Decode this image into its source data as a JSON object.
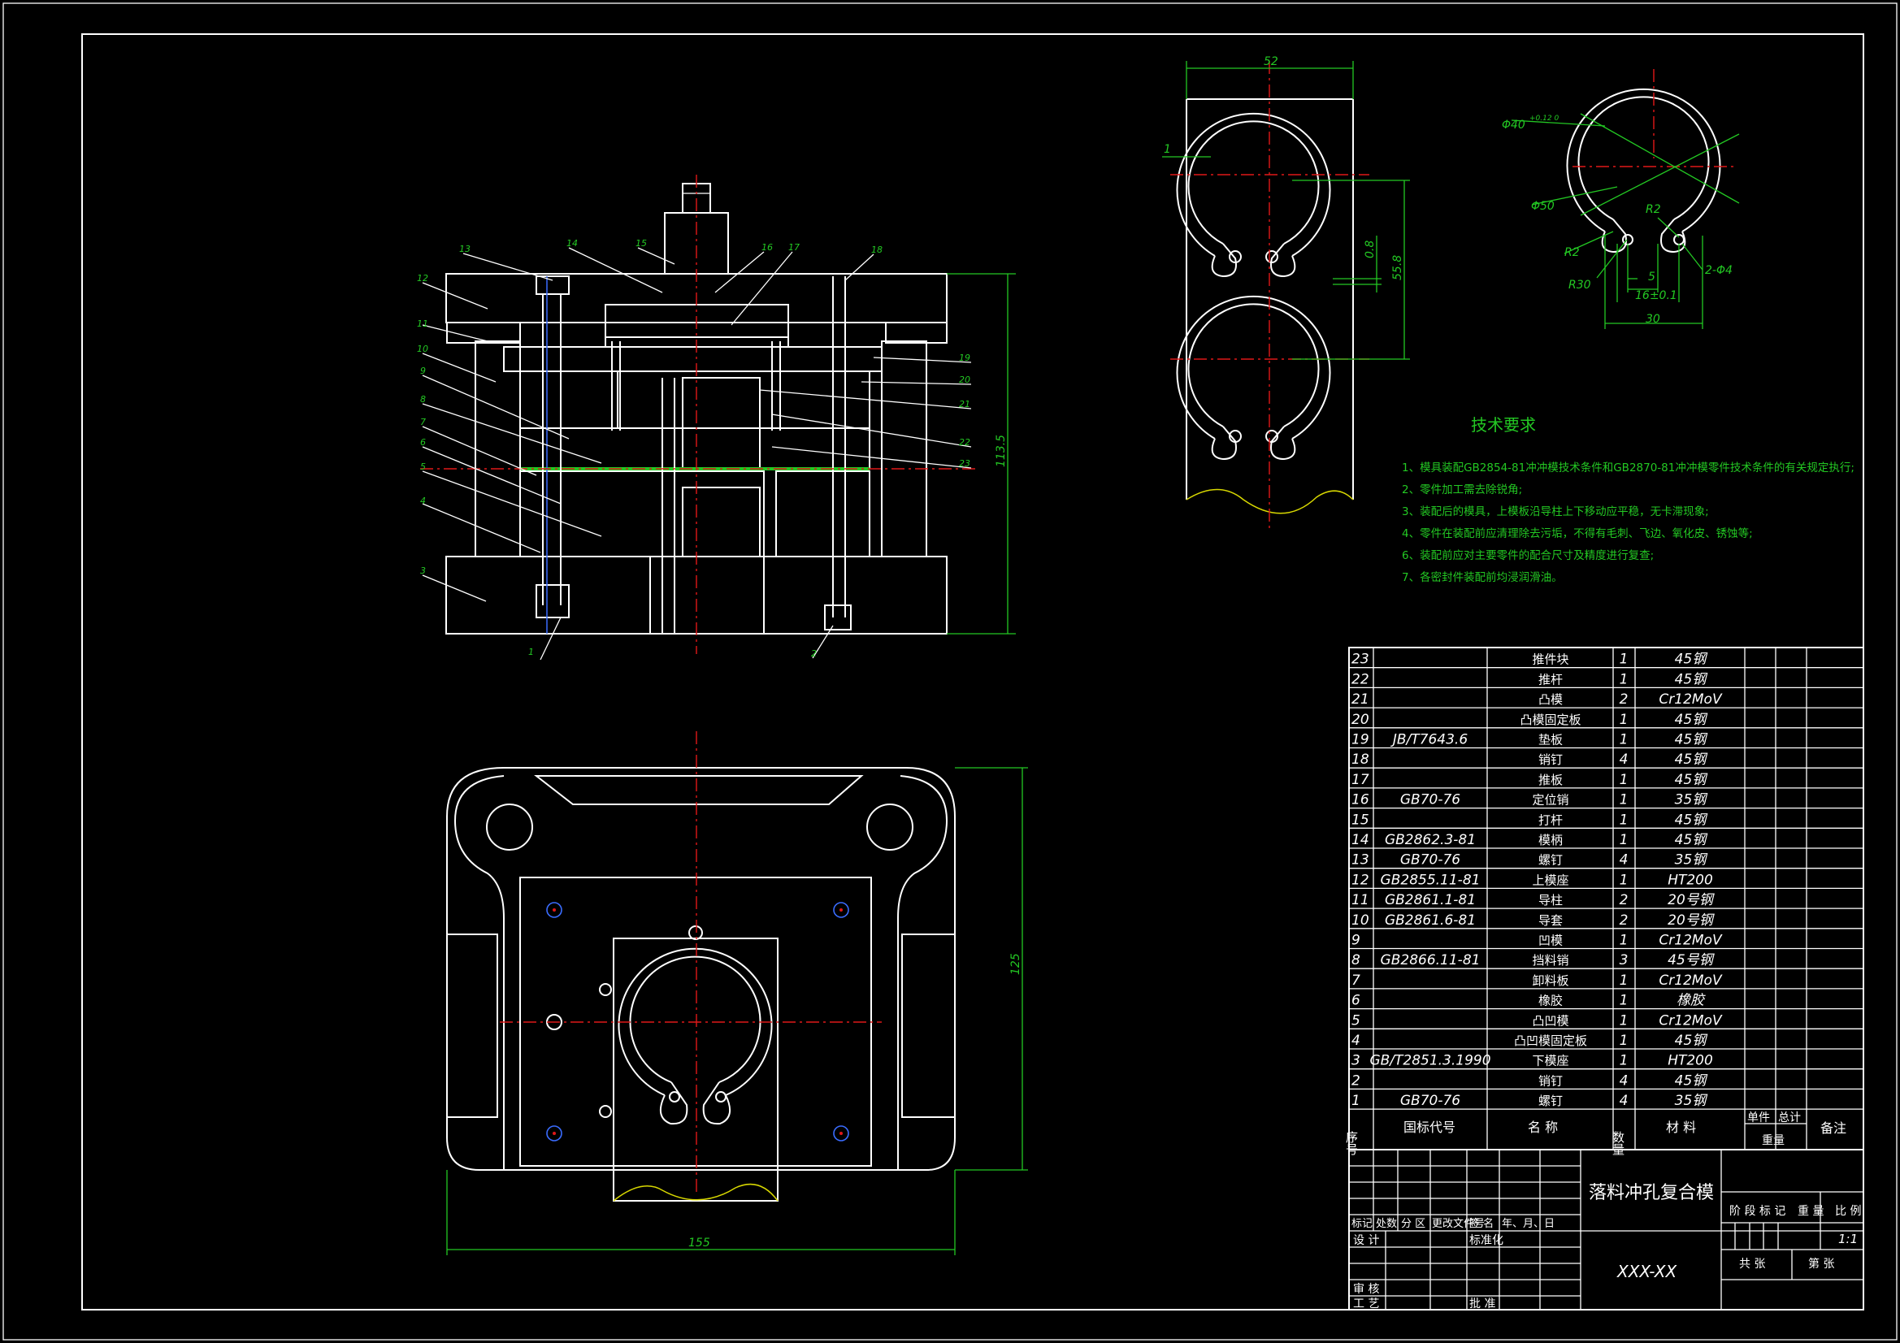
{
  "drawing": {
    "main_title": "落料冲孔复合模",
    "drawing_number": "XXX-XX",
    "scale": "1:1"
  },
  "tech": {
    "heading": "技术要求",
    "items": [
      "1、模具装配GB2854-81冲冲模技术条件和GB2870-81冲冲模零件技术条件的有关规定执行;",
      "2、零件加工需去除锐角;",
      "3、装配后的模具，上模板沿导柱上下移动应平稳，无卡滞现象;",
      "4、零件在装配前应清理除去污垢，不得有毛刺、飞边、氧化皮、锈蚀等;",
      "6、装配前应对主要零件的配合尺寸及精度进行复查;",
      "7、各密封件装配前均浸润滑油。"
    ]
  },
  "dims": {
    "width_52": "52",
    "offset_1": "1",
    "gap_08": "0.8",
    "height_558": "55.8",
    "dia_40": "Φ40",
    "tol_40": "+0.12 0",
    "dia_50": "Φ50",
    "r2a": "R2",
    "r2b": "R2",
    "r30": "R30",
    "hole_24": "2-Φ4",
    "d5": "5",
    "d16": "16±0.1",
    "d30": "30",
    "h1135": "113.5",
    "h125": "125",
    "w155": "155"
  },
  "callouts": [
    "1",
    "2",
    "3",
    "4",
    "5",
    "6",
    "7",
    "8",
    "9",
    "10",
    "11",
    "12",
    "13",
    "14",
    "15",
    "16",
    "17",
    "18",
    "19",
    "20",
    "21",
    "22",
    "23"
  ],
  "bom": {
    "rows": [
      {
        "no": "23",
        "std": "",
        "name": "推件块",
        "qty": "1",
        "mat": "45钢"
      },
      {
        "no": "22",
        "std": "",
        "name": "推杆",
        "qty": "1",
        "mat": "45钢"
      },
      {
        "no": "21",
        "std": "",
        "name": "凸模",
        "qty": "2",
        "mat": "Cr12MoV"
      },
      {
        "no": "20",
        "std": "",
        "name": "凸模固定板",
        "qty": "1",
        "mat": "45钢"
      },
      {
        "no": "19",
        "std": "JB/T7643.6",
        "name": "垫板",
        "qty": "1",
        "mat": "45钢"
      },
      {
        "no": "18",
        "std": "",
        "name": "销钉",
        "qty": "4",
        "mat": "45钢"
      },
      {
        "no": "17",
        "std": "",
        "name": "推板",
        "qty": "1",
        "mat": "45钢"
      },
      {
        "no": "16",
        "std": "GB70-76",
        "name": "定位销",
        "qty": "1",
        "mat": "35钢"
      },
      {
        "no": "15",
        "std": "",
        "name": "打杆",
        "qty": "1",
        "mat": "45钢"
      },
      {
        "no": "14",
        "std": "GB2862.3-81",
        "name": "模柄",
        "qty": "1",
        "mat": "45钢"
      },
      {
        "no": "13",
        "std": "GB70-76",
        "name": "螺钉",
        "qty": "4",
        "mat": "35钢"
      },
      {
        "no": "12",
        "std": "GB2855.11-81",
        "name": "上模座",
        "qty": "1",
        "mat": "HT200"
      },
      {
        "no": "11",
        "std": "GB2861.1-81",
        "name": "导柱",
        "qty": "2",
        "mat": "20号钢"
      },
      {
        "no": "10",
        "std": "GB2861.6-81",
        "name": "导套",
        "qty": "2",
        "mat": "20号钢"
      },
      {
        "no": "9",
        "std": "",
        "name": "凹模",
        "qty": "1",
        "mat": "Cr12MoV"
      },
      {
        "no": "8",
        "std": "GB2866.11-81",
        "name": "挡料销",
        "qty": "3",
        "mat": "45号钢"
      },
      {
        "no": "7",
        "std": "",
        "name": "卸料板",
        "qty": "1",
        "mat": "Cr12MoV"
      },
      {
        "no": "6",
        "std": "",
        "name": "橡胶",
        "qty": "1",
        "mat": "橡胶"
      },
      {
        "no": "5",
        "std": "",
        "name": "凸凹模",
        "qty": "1",
        "mat": "Cr12MoV"
      },
      {
        "no": "4",
        "std": "",
        "name": "凸凹模固定板",
        "qty": "1",
        "mat": "45钢"
      },
      {
        "no": "3",
        "std": "GB/T2851.3.1990",
        "name": "下模座",
        "qty": "1",
        "mat": "HT200"
      },
      {
        "no": "2",
        "std": "",
        "name": "销钉",
        "qty": "4",
        "mat": "45钢"
      },
      {
        "no": "1",
        "std": "GB70-76",
        "name": "螺钉",
        "qty": "4",
        "mat": "35钢"
      }
    ],
    "header": {
      "no": "序号",
      "std": "国标代号",
      "name": "名 称",
      "qty": "数量",
      "mat": "材 料",
      "unit": "单件",
      "total": "总计",
      "weight": "重量",
      "note": "备注"
    }
  },
  "titleblock": {
    "mark": "标记",
    "count": "处数",
    "zone": "分 区",
    "change_doc": "更改文件号",
    "sign": "签 名",
    "date": "年、月、日",
    "design": "设 计",
    "standardize": "标准化",
    "review": "审 核",
    "process": "工 艺",
    "approve": "批 准",
    "stage": "阶 段 标 记",
    "weight": "重 量",
    "ratio": "比 例",
    "total_sheets": "共  张",
    "sheet_no": "第  张"
  }
}
